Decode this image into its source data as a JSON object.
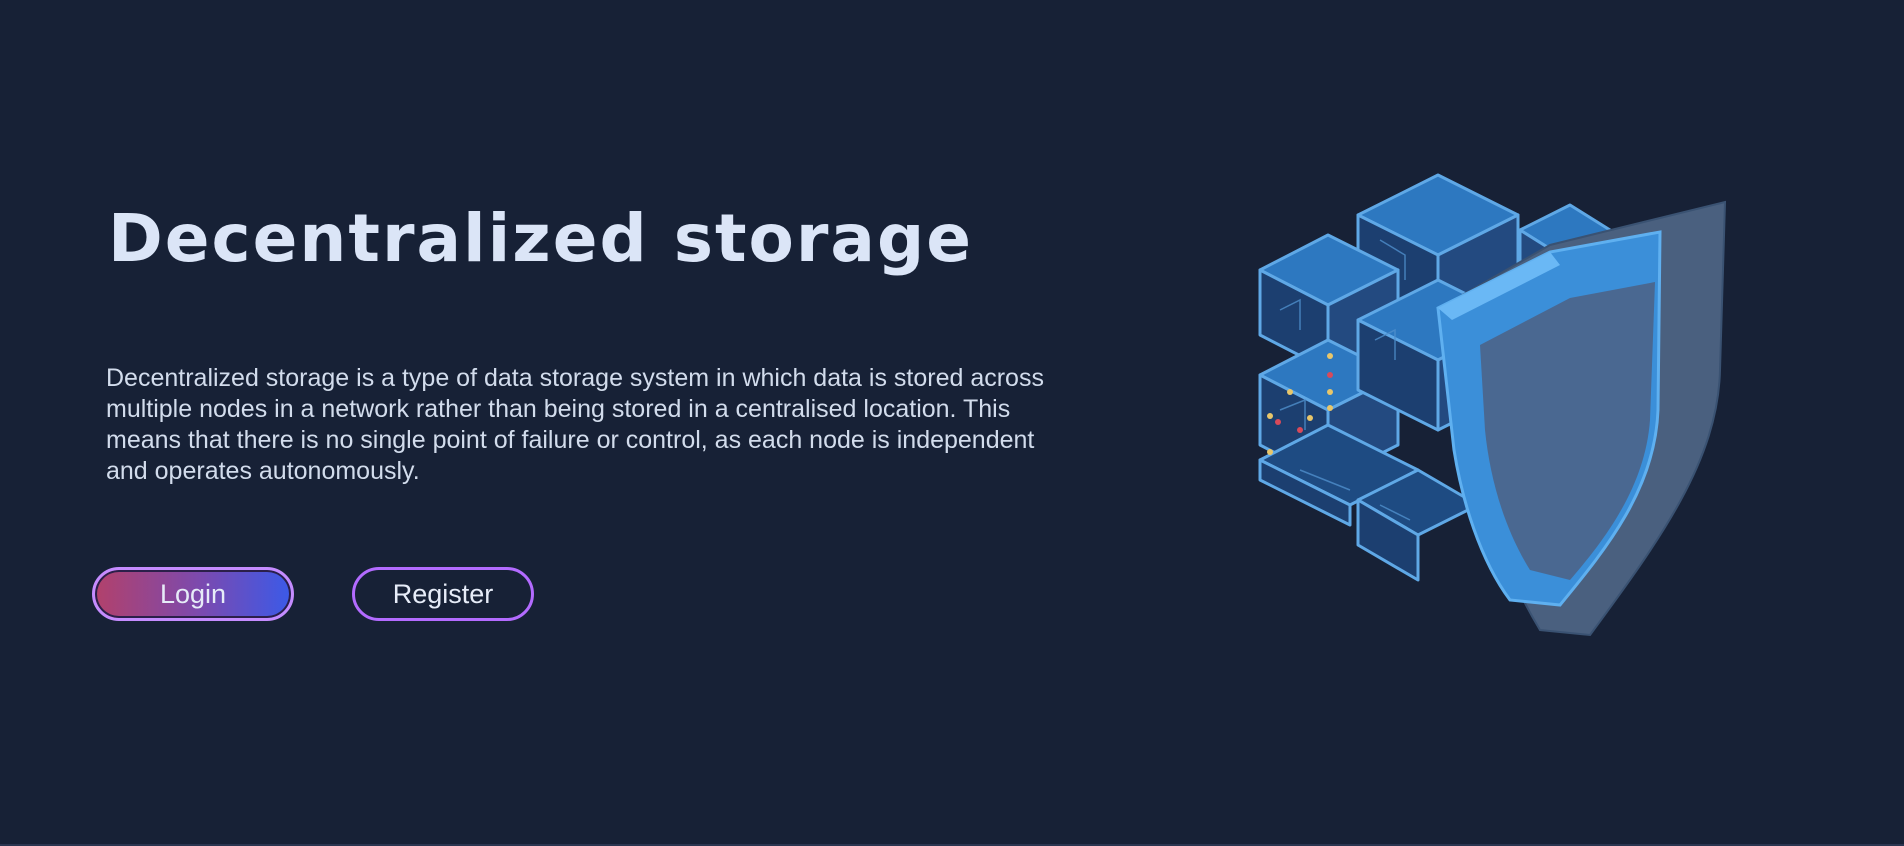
{
  "hero": {
    "title": "Decentralized storage",
    "description": "Decentralized storage is a type of data storage system in which data is stored across multiple nodes in a network rather than being stored in a centralised location. This means that there is no single point of failure or control, as each node is independent and operates autonomously."
  },
  "actions": {
    "login_label": "Login",
    "register_label": "Register"
  },
  "illustration": {
    "icon": "server-cube-with-shield-icon"
  },
  "colors": {
    "background": "#172136",
    "title": "#dbe5f7",
    "text": "#d2dcec",
    "login_gradient_start": "#b2416b",
    "login_gradient_end": "#3b5ae8",
    "button_border": "#b36bff",
    "cube_blue": "#1f6fb8",
    "shield_blue": "#3f8fd8"
  }
}
